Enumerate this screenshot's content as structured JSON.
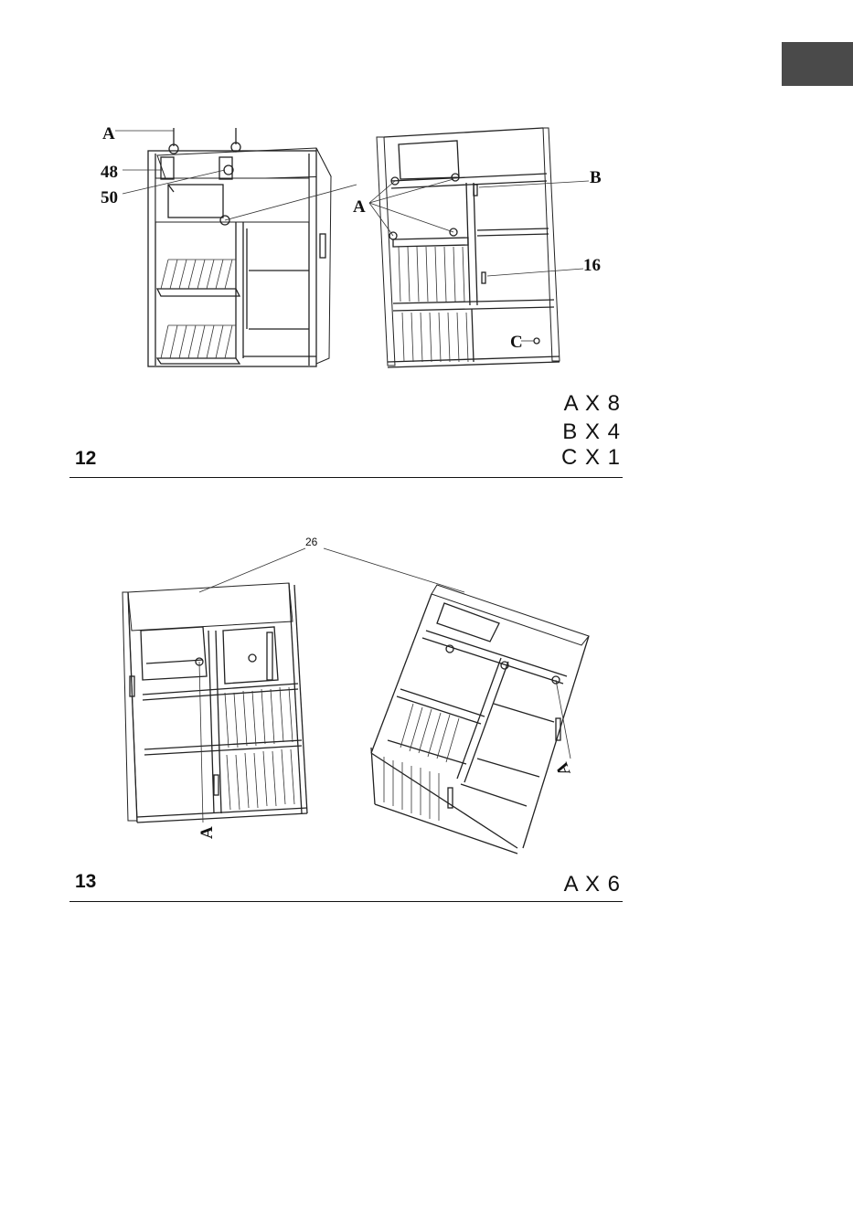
{
  "page": {
    "tab_color": "#4a4a4a"
  },
  "steps": [
    {
      "number": "12",
      "quantities": [
        "A X 8",
        "B X 4",
        "C X 1"
      ],
      "labels": {
        "a_left": "A",
        "p48": "48",
        "p50": "50",
        "a_right": "A",
        "b": "B",
        "p16": "16",
        "c": "C"
      }
    },
    {
      "number": "13",
      "quantities": [
        "A X 6"
      ],
      "labels": {
        "p26": "26",
        "a_left": "A",
        "a_right": "A"
      }
    }
  ]
}
